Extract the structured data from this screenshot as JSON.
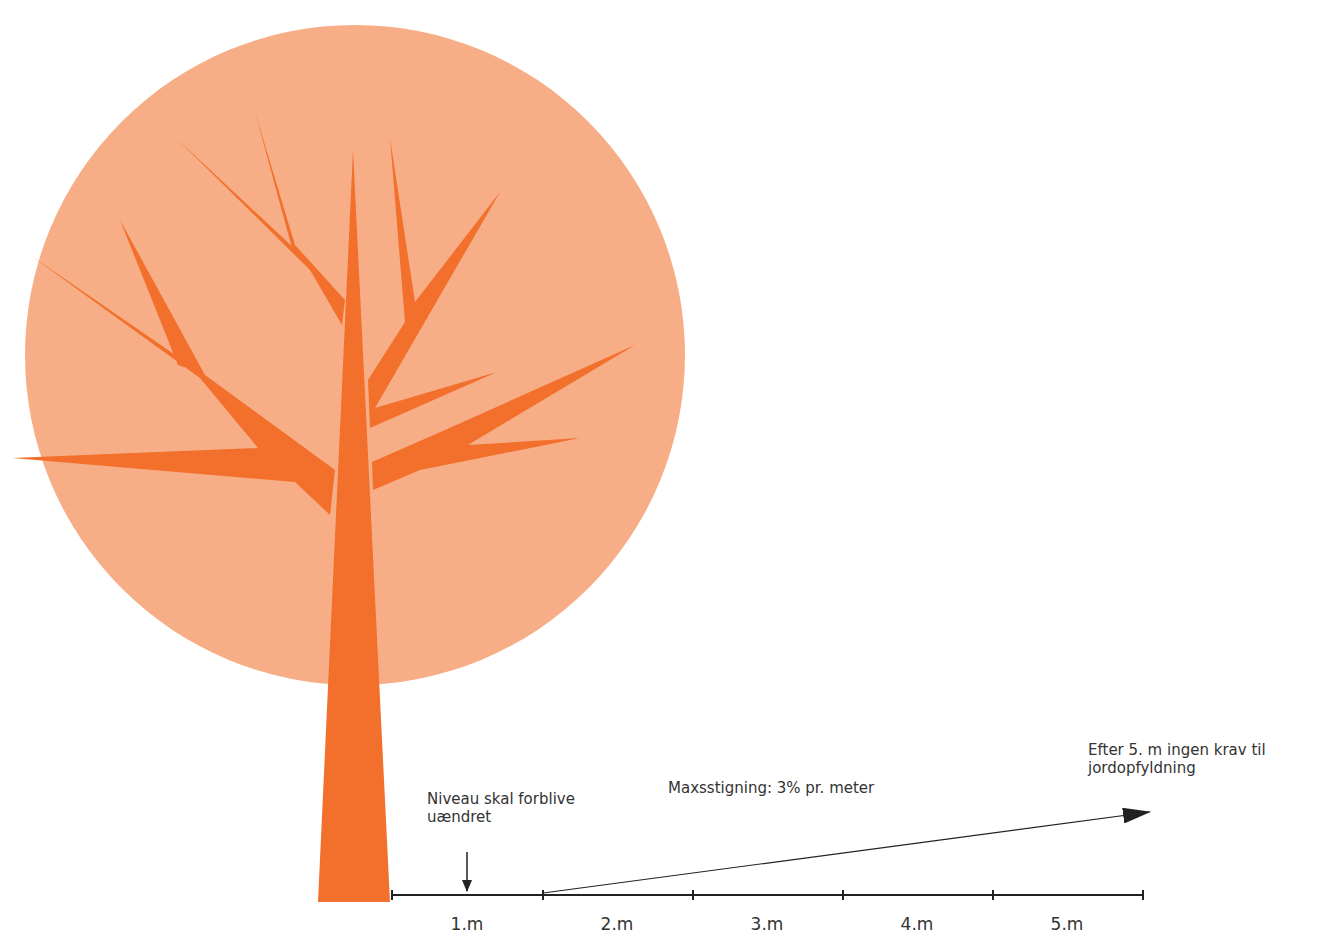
{
  "diagram": {
    "labels": [
      "Niveau skal forblive uændret",
      "Maxsstigning: 3% pr. meter",
      "Efter 5. m ingen krav til jordopfyldning",
      "1.m",
      "2.m",
      "3.m",
      "4.m",
      "5.m"
    ]
  }
}
